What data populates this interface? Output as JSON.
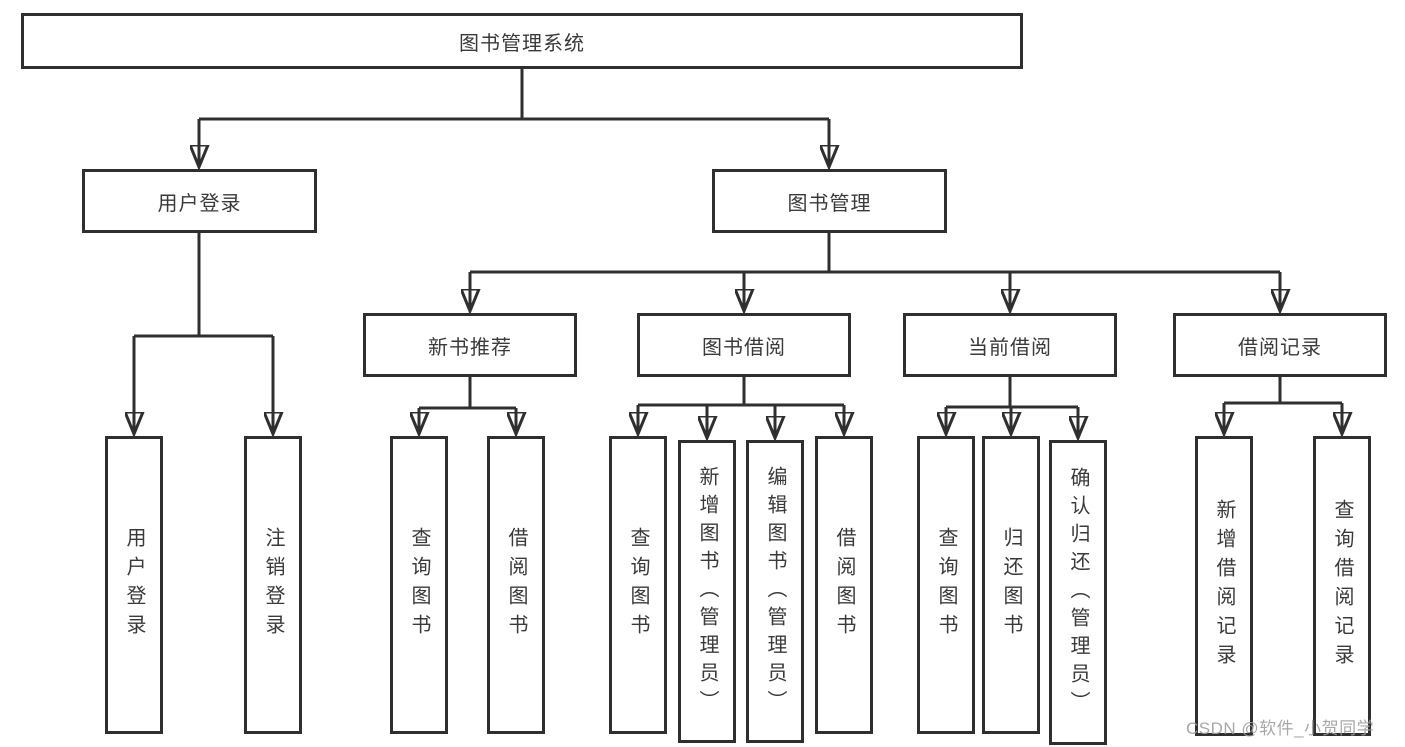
{
  "diagram": {
    "root": "图书管理系统",
    "level2": {
      "user_login": "用户登录",
      "book_management": "图书管理"
    },
    "level3": {
      "new_book_recommend": "新书推荐",
      "book_borrow": "图书借阅",
      "current_borrow": "当前借阅",
      "borrow_records": "借阅记录"
    },
    "leaves": {
      "user_login": [
        "用户登录",
        "注销登录"
      ],
      "new_book_recommend": [
        "查询图书",
        "借阅图书"
      ],
      "book_borrow": [
        "查询图书",
        "新增图书（管理员）",
        "编辑图书（管理员）",
        "借阅图书"
      ],
      "current_borrow": [
        "查询图书",
        "归还图书",
        "确认归还（管理员）"
      ],
      "borrow_records": [
        "新增借阅记录",
        "查询借阅记录"
      ]
    },
    "colors": {
      "line": "#2f2f2f",
      "text": "#3a3a3a",
      "watermark": "#9e9e9e",
      "background": "#ffffff"
    }
  },
  "watermark": "CSDN @软件_小贺同学"
}
